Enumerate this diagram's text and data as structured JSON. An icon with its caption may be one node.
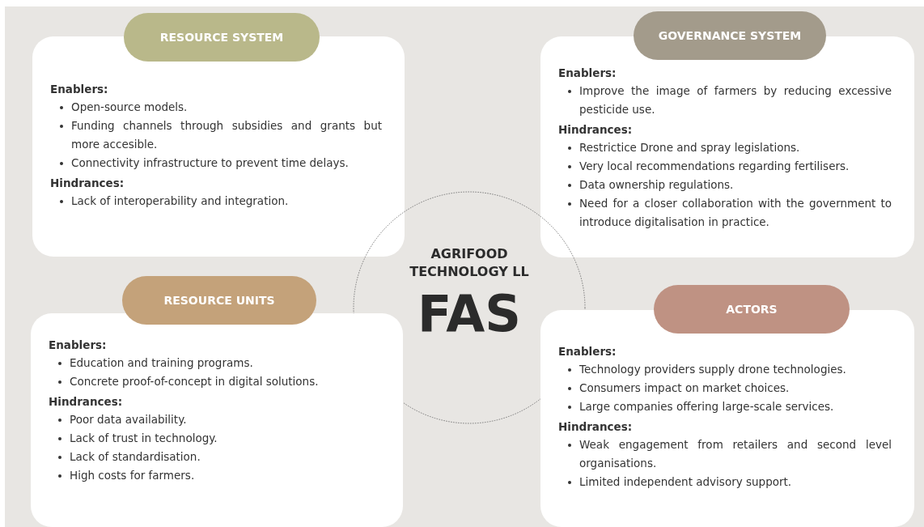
{
  "diagram": {
    "nodes": [
      {
        "text": [
          "RESOURCE SYSTEM",
          "Enablers:",
          "Open-source models.",
          "Funding channels through subsidies and grants but more accesible.",
          "Connectivity infrastructure to prevent time delays.",
          "Hindrances:",
          "Lack of interoperability and integration."
        ]
      },
      {
        "text": [
          "GOVERNANCE SYSTEM",
          "Enablers:",
          "Improve the image of farmers by reducing excessive pesticide use.",
          "Hindrances:",
          "Restrictice Drone and spray legislations.",
          "Very local recommendations regarding fertilisers.",
          "Data ownership regulations.",
          "Need for a closer collaboration with the government to introduce digitalisation in practice."
        ]
      },
      {
        "text": [
          "AGRIFOOD TECHNOLOGY LL",
          "FAS"
        ]
      },
      {
        "text": [
          "RESOURCE UNITS",
          "Enablers:",
          "Education and training programs.",
          "Concrete proof-of-concept in digital solutions.",
          "Hindrances:",
          "Poor data availability.",
          "Lack of trust in technology.",
          "Lack of standardisation.",
          "High costs for farmers."
        ]
      },
      {
        "text": [
          "ACTORS",
          "Enablers:",
          "Technology providers supply drone technologies.",
          "Consumers impact on market choices.",
          "Large companies offering large-scale services.",
          "Hindrances:",
          "Weak engagement from retailers and second level organisations.",
          "Limited independent advisory support."
        ]
      }
    ]
  }
}
